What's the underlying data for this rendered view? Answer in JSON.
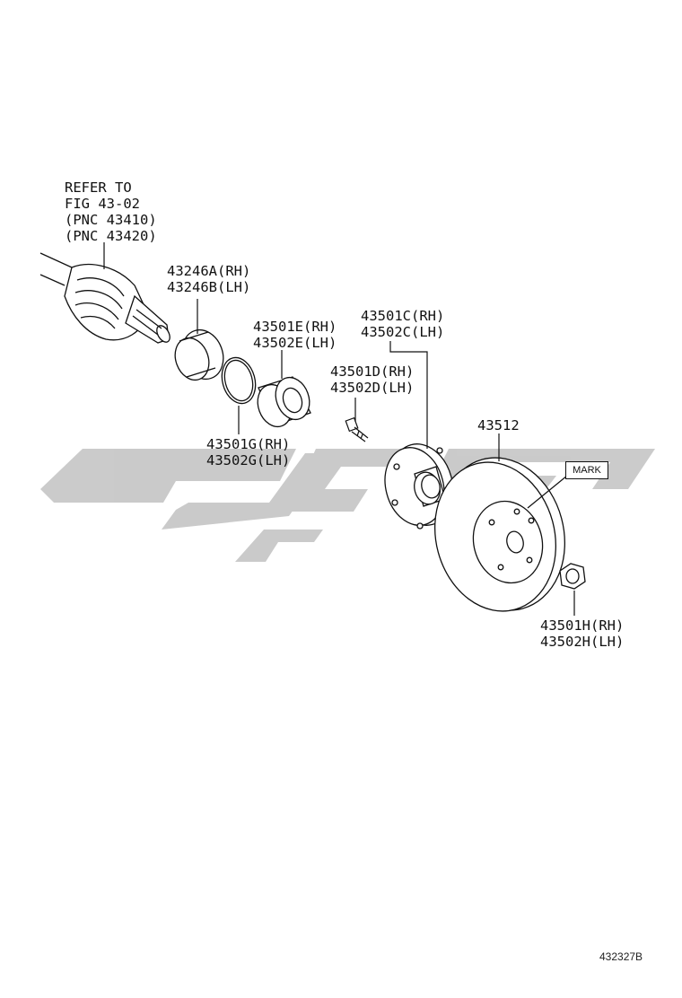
{
  "colors": {
    "line": "#111111",
    "watermark": "#c8c8c8",
    "background": "#ffffff"
  },
  "labels": {
    "refer": [
      "REFER TO",
      "FIG 43-02",
      "(PNC 43410)",
      "(PNC 43420)"
    ],
    "p43246": [
      "43246A(RH)",
      "43246B(LH)"
    ],
    "p43501e": [
      "43501E(RH)",
      "43502E(LH)"
    ],
    "p43501c": [
      "43501C(RH)",
      "43502C(LH)"
    ],
    "p43501d": [
      "43501D(RH)",
      "43502D(LH)"
    ],
    "p43501g": [
      "43501G(RH)",
      "43502G(LH)"
    ],
    "p43512": "43512",
    "mark": "MARK",
    "p43501h": [
      "43501H(RH)",
      "43502H(LH)"
    ]
  },
  "figure_number": "432327B"
}
